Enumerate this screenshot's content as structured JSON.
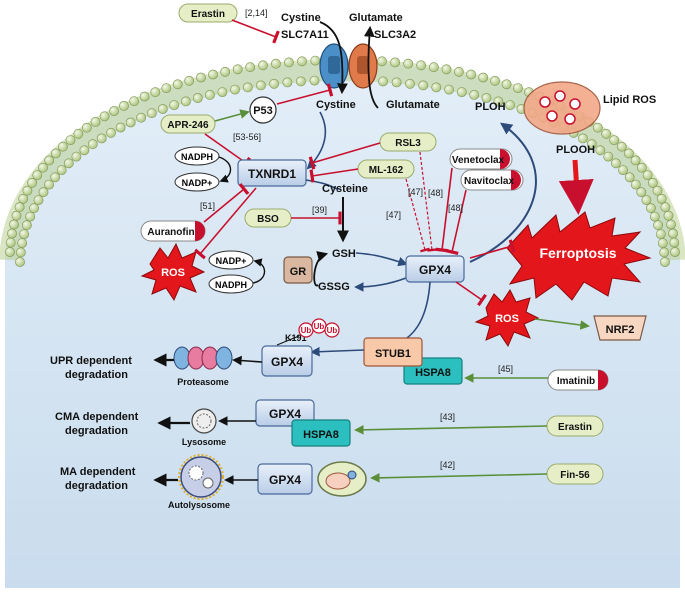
{
  "labels": {
    "cystine_top": "Cystine",
    "glutamate_top": "Glutamate",
    "slc7a11": "SLC7A11",
    "slc3a2": "SLC3A2",
    "cystine_in": "Cystine",
    "glutamate_in": "Glutamate",
    "ploh": "PLOH",
    "plooh": "PLOOH",
    "lipid_ros": "Lipid ROS",
    "ferroptosis": "Ferroptosis",
    "p53": "P53",
    "txnrd1": "TXNRD1",
    "nadph1": "NADPH",
    "nadp1": "NADP+",
    "nadph2": "NADPH",
    "nadp2": "NADP+",
    "cysteine": "Cysteine",
    "gsh": "GSH",
    "gssg": "GSSG",
    "gr": "GR",
    "gpx4_center": "GPX4",
    "ros_left": "ROS",
    "ros_right": "ROS",
    "nrf2": "NRF2",
    "stub1": "STUB1",
    "hspa8_1": "HSPA8",
    "hspa8_2": "HSPA8",
    "gpx4_a": "GPX4",
    "gpx4_b": "GPX4",
    "gpx4_c": "GPX4",
    "k191": "K191",
    "ub": "Ub",
    "proteasome": "Proteasome",
    "lysosome": "Lysosome",
    "autolysosome": "Autolysosome",
    "upr1": "UPR dependent",
    "upr2": "degradation",
    "cma1": "CMA dependent",
    "cma2": "degradation",
    "ma1": "MA dependent",
    "ma2": "degradation"
  },
  "drugs": {
    "erastin_top": "Erastin",
    "apr246": "APR-246",
    "rsl3": "RSL3",
    "ml162": "ML-162",
    "venetoclax": "Venetoclax",
    "navitoclax": "Navitoclax",
    "auranofin": "Auranofin",
    "bso": "BSO",
    "imatinib": "Imatinib",
    "erastin_bottom": "Erastin",
    "fin56": "Fin-56"
  },
  "refs": {
    "r_erastin": "[2,14]",
    "r_apr": "[53-56]",
    "r_auranofin": "[51]",
    "r_bso": "[39]",
    "r_47a": "[47]",
    "r_47b": "[47]",
    "r_48a": "[48]",
    "r_48b": "[48]",
    "r_45": "[45]",
    "r_43": "[43]",
    "r_42": "[42]"
  },
  "colors": {
    "cell": "#d6e6f4",
    "node_blue": "#cfe0f3",
    "node_border": "#4a6a9a",
    "inhibit": "#c8102e",
    "activate": "#5a8f3a",
    "pill_green": "#e6eec8",
    "pill_red": "#c8102e",
    "hspa8": "#2bbfbf",
    "stub1": "#f7c9a8",
    "gr": "#d9b7a0"
  }
}
